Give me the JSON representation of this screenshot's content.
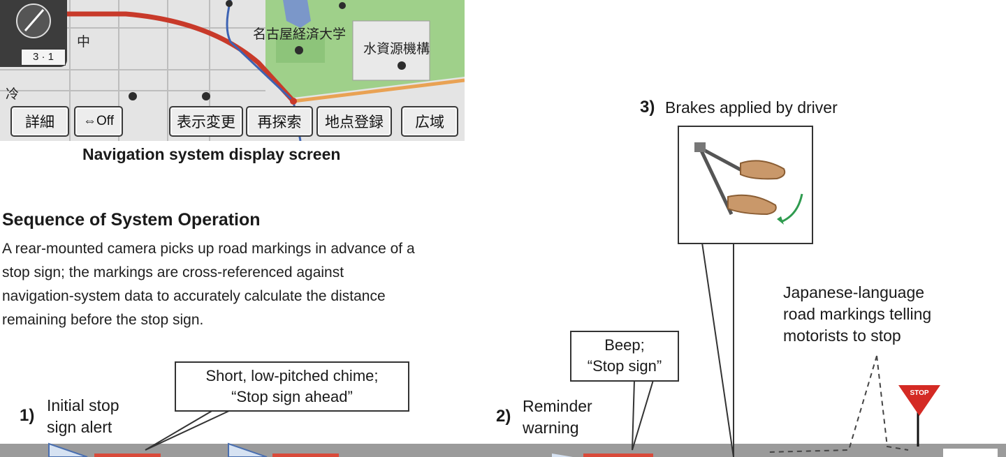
{
  "map": {
    "buttons": [
      {
        "label": "詳細"
      },
      {
        "label": "⇔Off"
      },
      {
        "label": "表示変更"
      },
      {
        "label": "再探索"
      },
      {
        "label": "地点登録"
      },
      {
        "label": "広域"
      }
    ],
    "place_labels": {
      "university": "名古屋経済大学",
      "museum": "水資源機構",
      "ward_fragment": "中",
      "corner": "冷"
    },
    "scale": "3 · 1",
    "caption": "Navigation system display screen",
    "colors": {
      "route_red": "#c83a2a",
      "route_blue": "#3d63b3",
      "park_green": "#9fd08a",
      "road_orange": "#e9a254"
    }
  },
  "sequence": {
    "title": "Sequence of System Operation",
    "lines": [
      "A rear-mounted camera picks up road markings in advance of a",
      "stop sign; the markings are cross-referenced against",
      "navigation-system data to accurately calculate the distance",
      "remaining before the stop sign."
    ]
  },
  "steps": [
    {
      "number": "1)",
      "lines": [
        "Initial stop",
        "sign alert"
      ]
    },
    {
      "number": "2)",
      "lines": [
        "Reminder",
        "warning"
      ]
    },
    {
      "number": "3)",
      "label": "Brakes applied by driver"
    }
  ],
  "callouts": {
    "chime": [
      "Short, low-pitched chime;",
      "“Stop sign ahead”"
    ],
    "beep": [
      "Beep;",
      "“Stop sign”"
    ]
  },
  "markings_note": [
    "Japanese-language",
    "road markings telling",
    "motorists to stop"
  ],
  "stop_sign": {
    "text": "STOP",
    "color": "#d42a24"
  },
  "road_color": "#9b9b9b",
  "shoe_color": "#c9986a",
  "pedal_arrow_color": "#2f9b4f"
}
